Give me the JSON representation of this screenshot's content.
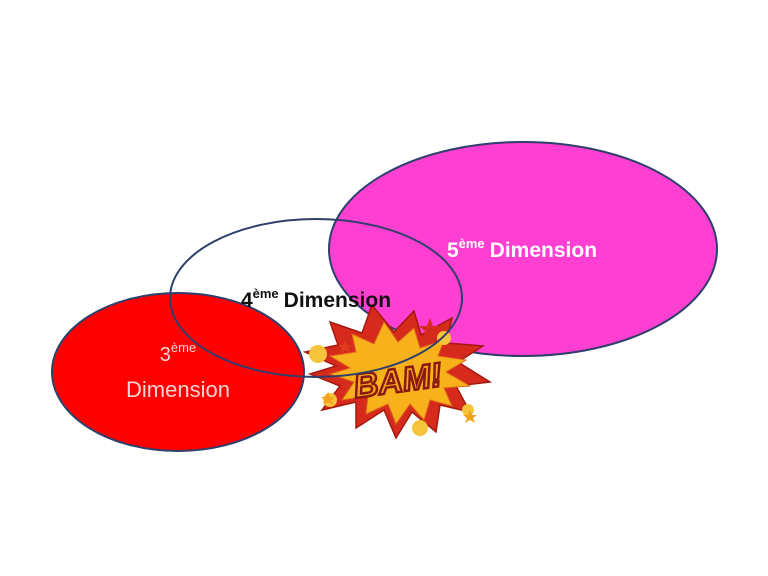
{
  "diagram": {
    "ellipses": [
      {
        "id": "third",
        "num": "3",
        "sup": "ème",
        "word": "Dimension",
        "fill": "#ff0000",
        "text_color": "#f5d5d5"
      },
      {
        "id": "fourth",
        "num": "4",
        "sup": "ème",
        "word": "Dimension",
        "fill": "none",
        "text_color": "#111111"
      },
      {
        "id": "fifth",
        "num": "5",
        "sup": "ème",
        "word": "Dimension",
        "fill": "#ff3fd2",
        "text_color": "#ffffff"
      }
    ],
    "outline_color": "#2f3f6b",
    "burst": {
      "text": "BAM!",
      "fill_outer": "#d62a1c",
      "fill_inner": "#f7b21b",
      "text_color": "#f4a51e"
    }
  }
}
